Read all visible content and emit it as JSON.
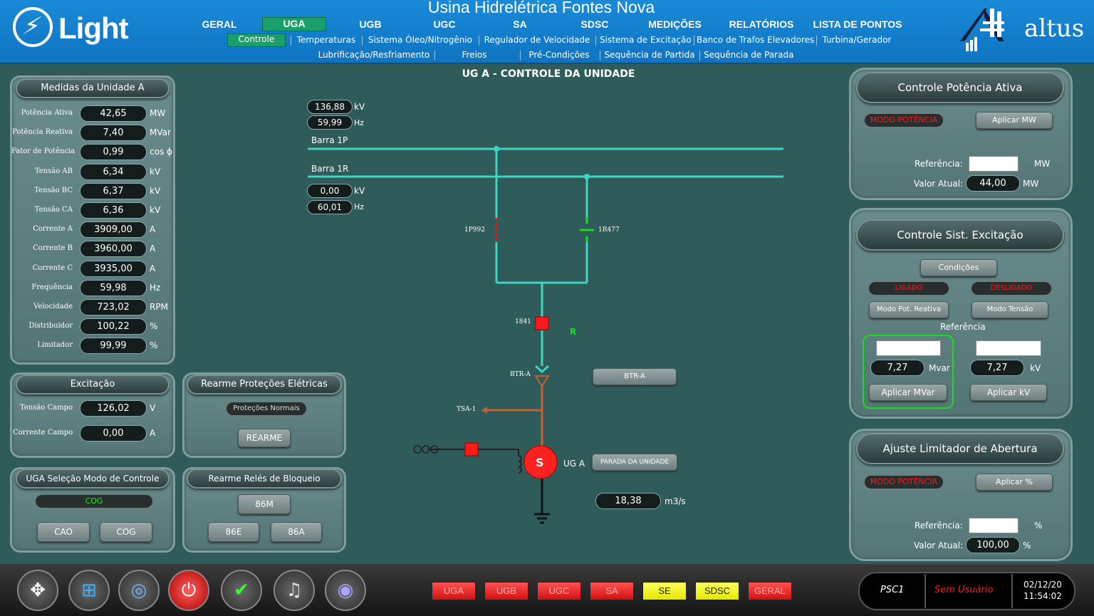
{
  "header": {
    "title": "Usina Hidrelétrica Fontes Nova",
    "logo_left": "Light",
    "logo_right": "altus",
    "menu": [
      "GERAL",
      "UGA",
      "UGB",
      "UGC",
      "SA",
      "SDSC",
      "MEDIÇÕES",
      "RELATÓRIOS",
      "LISTA DE PONTOS"
    ],
    "sub1": [
      "Controle",
      "Temperaturas",
      "Sistema Óleo/Nitrogênio",
      "Regulador de Velocidade",
      "Sistema de Excitação",
      "Banco de Trafos Elevadores",
      "Turbina/Gerador"
    ],
    "sub2": [
      "Lubrificação/Resfriamento",
      "Freios",
      "Pré-Condições",
      "Sequência de Partida",
      "Sequência de Parada"
    ]
  },
  "screen_title": "UG A - CONTROLE DA UNIDADE",
  "medidas": {
    "title": "Medidas da Unidade A",
    "rows": [
      {
        "label": "Potência Ativa",
        "value": "42,65",
        "unit": "MW"
      },
      {
        "label": "Potência Reativa",
        "value": "7,40",
        "unit": "MVar"
      },
      {
        "label": "Fator de Potência",
        "value": "0,99",
        "unit": "cos ϕ"
      },
      {
        "label": "Tensão AB",
        "value": "6,34",
        "unit": "kV"
      },
      {
        "label": "Tensão BC",
        "value": "6,37",
        "unit": "kV"
      },
      {
        "label": "Tensão CA",
        "value": "6,36",
        "unit": "kV"
      },
      {
        "label": "Corrente A",
        "value": "3909,00",
        "unit": "A"
      },
      {
        "label": "Corrente B",
        "value": "3960,00",
        "unit": "A"
      },
      {
        "label": "Corrente C",
        "value": "3935,00",
        "unit": "A"
      },
      {
        "label": "Frequência",
        "value": "59,98",
        "unit": "Hz"
      },
      {
        "label": "Velocidade",
        "value": "723,02",
        "unit": "RPM"
      },
      {
        "label": "Distribuidor",
        "value": "100,22",
        "unit": "%"
      },
      {
        "label": "Limitador",
        "value": "99,99",
        "unit": "%"
      }
    ]
  },
  "excitacao": {
    "title": "Excitação",
    "rows": [
      {
        "label": "Tensão Campo",
        "value": "126,02",
        "unit": "V"
      },
      {
        "label": "Corrente Campo",
        "value": "0,00",
        "unit": "A"
      }
    ]
  },
  "rearme_prot": {
    "title": "Rearme Proteções Elétricas",
    "status": "Proteções Normais",
    "button": "REARME"
  },
  "modo": {
    "title": "UGA Seleção Modo de Controle",
    "current": "COG",
    "btn1": "CAO",
    "btn2": "COG"
  },
  "rearme_reles": {
    "title": "Rearme Relés de Bloqueio",
    "b1": "86M",
    "b2": "86E",
    "b3": "86A"
  },
  "diagram": {
    "v1": "136,88",
    "u1": "kV",
    "f1": "59,99",
    "uf1": "Hz",
    "bar1": "Barra 1P",
    "bar2": "Barra 1R",
    "v2": "0,00",
    "u2": "kV",
    "f2": "60,01",
    "uf2": "Hz",
    "sw1": "1P992",
    "sw2": "1R477",
    "brk": "1841",
    "r": "R",
    "btr": "BTR-A",
    "btr_btn": "BTR-A",
    "tsa": "TSA-1",
    "gen": "S",
    "gen_label": "UG A",
    "parada": "PARADA DA UNIDADE",
    "flow": "18,38",
    "flow_unit": "m3/s"
  },
  "pot_ativa": {
    "title": "Controle Potência Ativa",
    "mode": "MODO POTÊNCIA",
    "apply": "Aplicar MW",
    "ref_label": "Referência:",
    "ref_unit": "MW",
    "act_label": "Valor Atual:",
    "act_value": "44,00",
    "act_unit": "MW"
  },
  "excit_ctrl": {
    "title": "Controle Sist. Excitação",
    "cond": "Condições",
    "ligado": "LIGADO",
    "desligado": "DESLIGADO",
    "modo1": "Modo Pot. Reativa",
    "modo2": "Modo Tensão",
    "ref": "Referência",
    "v1": "7,27",
    "u1": "Mvar",
    "v2": "7,27",
    "u2": "kV",
    "apply1": "Aplicar MVar",
    "apply2": "Aplicar kV"
  },
  "limitador": {
    "title": "Ajuste Limitador de Abertura",
    "mode": "MODO POTÊNCIA",
    "apply": "Aplicar %",
    "ref_label": "Referência:",
    "ref_unit": "%",
    "act_label": "Valor Atual:",
    "act_value": "100,00",
    "act_unit": "%"
  },
  "footer": {
    "buttons": [
      "UGA",
      "UGB",
      "UGC",
      "SA",
      "SE",
      "SDSC",
      "GERAL"
    ],
    "station": "PSC1",
    "user": "Sem Usuário",
    "date": "02/12/20",
    "time": "11:54:02"
  },
  "colors": {
    "bg": "#2f5b5b",
    "bus": "#3fd6c0",
    "alarm": "#ff1a1a",
    "ok": "#17e017"
  }
}
